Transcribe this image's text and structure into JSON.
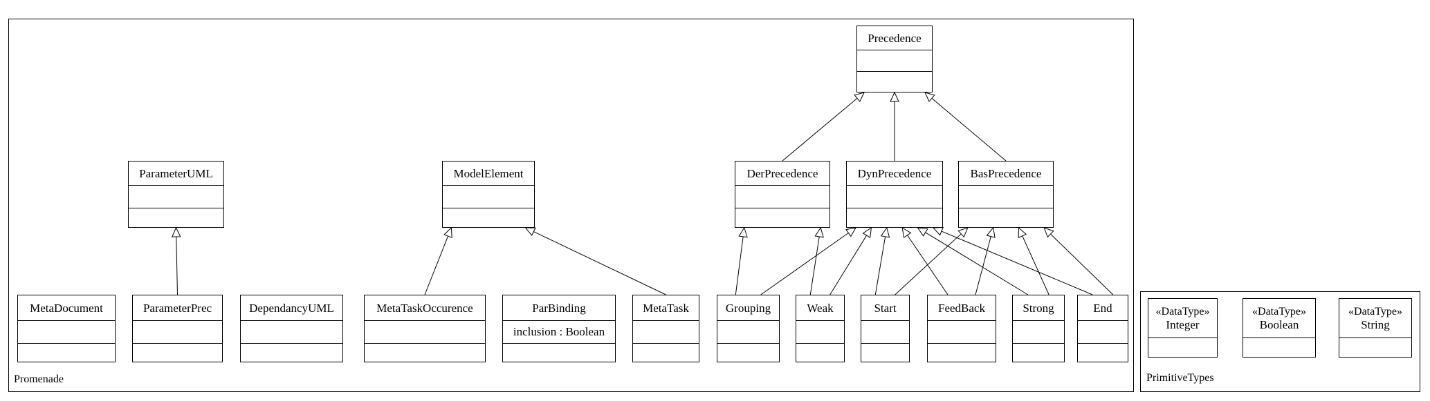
{
  "packages": {
    "promenade": {
      "label": "Promenade"
    },
    "primitive_types": {
      "label": "PrimitiveTypes"
    }
  },
  "classes": {
    "precedence": {
      "name": "Precedence"
    },
    "parameter_uml": {
      "name": "ParameterUML"
    },
    "model_element": {
      "name": "ModelElement"
    },
    "der_precedence": {
      "name": "DerPrecedence"
    },
    "dyn_precedence": {
      "name": "DynPrecedence"
    },
    "bas_precedence": {
      "name": "BasPrecedence"
    },
    "meta_document": {
      "name": "MetaDocument"
    },
    "parameter_prec": {
      "name": "ParameterPrec"
    },
    "dependancy_uml": {
      "name": "DependancyUML"
    },
    "meta_task_occurence": {
      "name": "MetaTaskOccurence"
    },
    "par_binding": {
      "name": "ParBinding",
      "attribute": "inclusion : Boolean"
    },
    "meta_task": {
      "name": "MetaTask"
    },
    "grouping": {
      "name": "Grouping"
    },
    "weak": {
      "name": "Weak"
    },
    "start": {
      "name": "Start"
    },
    "feedback": {
      "name": "FeedBack"
    },
    "strong": {
      "name": "Strong"
    },
    "end": {
      "name": "End"
    },
    "integer": {
      "stereotype": "«DataType»",
      "name": "Integer"
    },
    "boolean": {
      "stereotype": "«DataType»",
      "name": "Boolean"
    },
    "string": {
      "stereotype": "«DataType»",
      "name": "String"
    }
  },
  "generalizations": [
    {
      "from": "der_precedence",
      "to": "precedence"
    },
    {
      "from": "dyn_precedence",
      "to": "precedence"
    },
    {
      "from": "bas_precedence",
      "to": "precedence"
    },
    {
      "from": "parameter_prec",
      "to": "parameter_uml"
    },
    {
      "from": "meta_task_occurence",
      "to": "model_element"
    },
    {
      "from": "meta_task",
      "to": "model_element"
    },
    {
      "from": "grouping",
      "to": "der_precedence"
    },
    {
      "from": "weak",
      "to": "der_precedence"
    },
    {
      "from": "grouping",
      "to": "dyn_precedence"
    },
    {
      "from": "weak",
      "to": "dyn_precedence"
    },
    {
      "from": "start",
      "to": "dyn_precedence"
    },
    {
      "from": "feedback",
      "to": "dyn_precedence"
    },
    {
      "from": "strong",
      "to": "dyn_precedence"
    },
    {
      "from": "end",
      "to": "dyn_precedence"
    },
    {
      "from": "start",
      "to": "bas_precedence"
    },
    {
      "from": "feedback",
      "to": "bas_precedence"
    },
    {
      "from": "strong",
      "to": "bas_precedence"
    },
    {
      "from": "end",
      "to": "bas_precedence"
    }
  ]
}
